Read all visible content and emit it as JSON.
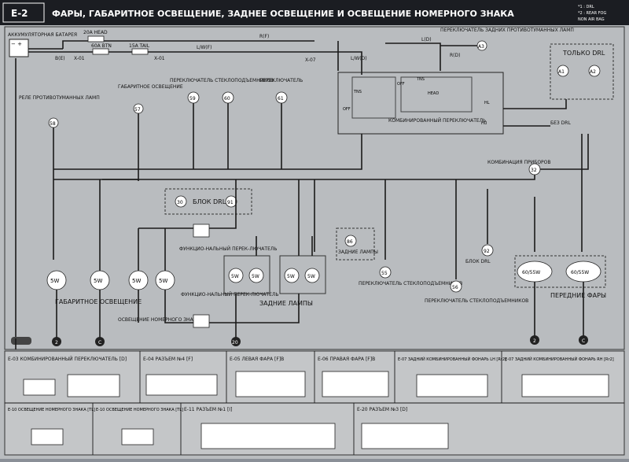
{
  "header": {
    "code": "E-2",
    "title": "ФАРЫ, ГАБАРИТНОЕ ОСВЕЩЕНИЕ, ЗАДНЕЕ ОСВЕЩЕНИЕ И ОСВЕЩЕНИЕ НОМЕРНОГО ЗНАКА",
    "note1": "*1 : DRL",
    "note2": "*2 : REAR FOG",
    "note3": "NON AIR BAG"
  },
  "top": {
    "battery": "АККУМУЛЯТОРНАЯ БАТАРЕЯ",
    "fuse_head": "20A HEAD",
    "fuse_btn": "60A BTN",
    "fuse_tail": "15A TAIL",
    "rear_fog_switch": "ПЕРЕКЛЮЧАТЕЛЬ ЗАДНИХ ПРОТИВОТУМАННЫХ ЛАМП",
    "drl_only": "ТОЛЬКО DRL",
    "w_b": "B(E)",
    "w_rf": "R(F)",
    "w_lwf": "L/W(F)",
    "w_lwd": "L/W(D)",
    "w_ld": "L(D)",
    "w_rd": "R(D)",
    "x01": "X-01",
    "x07": "X-07"
  },
  "labels": {
    "relay_fog": "РЕЛЕ ПРОТИВОТУМАННЫХ ЛАМП",
    "parking": "ГАБАРИТНОЕ ОСВЕЩЕНИЕ",
    "window_switch": "ПЕРЕКЛЮЧАТЕЛЬ СТЕКЛОПОДЪЕМНИКОВ",
    "switch": "ПЕРЕКЛЮЧАТЕЛЬ",
    "combo_switch": "КОМБИНИРОВАННЫЙ ПЕРЕКЛЮЧАТЕЛЬ",
    "no_drl": "БЕЗ DRL",
    "cluster": "КОМБИНАЦИЯ ПРИБОРОВ",
    "drl_block": "БЛОК DRL",
    "func_switch": "ФУНКЦИО-НАЛЬНЫЙ ПЕРЕК-ЛЮЧАТЕЛЬ",
    "rear_lamps": "ЗАДНИЕ ЛАМПЫ",
    "plate": "ОСВЕЩЕНИЕ НОМЕРНОГО ЗНАКА",
    "front_lamps": "ПЕРЕДНИЕ ФАРЫ",
    "parking2": "ГАБАРИТНОЕ ОСВЕЩЕНИЕ"
  },
  "circles": [
    "58",
    "57",
    "59",
    "60",
    "61",
    "32",
    "30",
    "91",
    "86",
    "55",
    "56",
    "92",
    "A1",
    "A2",
    "A3"
  ],
  "bulbs": [
    "5W",
    "5W",
    "5W",
    "5W",
    "5W",
    "5W",
    "5W",
    "5W",
    "60/55W",
    "60/55W"
  ],
  "ground": [
    "2",
    "C",
    "20",
    "2",
    "C"
  ],
  "connectors": [
    {
      "id": "E-03",
      "title": "КОМБИНИРОВАННЫЙ ПЕРЕКЛЮЧАТЕЛЬ",
      "ref": "[D]"
    },
    {
      "id": "E-04",
      "title": "РАЗЪЕМ №4",
      "ref": "[F]"
    },
    {
      "id": "E-05",
      "title": "ЛЕВАЯ ФАРА",
      "ref": "[F]B"
    },
    {
      "id": "E-06",
      "title": "ПРАВАЯ ФАРА",
      "ref": "[F]B"
    },
    {
      "id": "E-07",
      "title": "ЗАДНИЙ КОМБИНИРОВАННЫЙ ФОНАРЬ",
      "ref": "LH [Rr2]"
    },
    {
      "id": "E-07",
      "title": "ЗАДНИЙ КОМБИНИРОВАННЫЙ ФОНАРЬ",
      "ref": "RH [Rr2]"
    },
    {
      "id": "E-10",
      "title": "ОСВЕЩЕНИЕ НОМЕРНОГО ЗНАКА",
      "ref": "[TL]"
    },
    {
      "id": "E-10",
      "title": "ОСВЕЩЕНИЕ НОМЕРНОГО ЗНАКА",
      "ref": "[TL]"
    },
    {
      "id": "E-11",
      "title": "РАЗЪЕМ №1",
      "ref": "[I]"
    },
    {
      "id": "E-20",
      "title": "РАЗЪЕМ №3",
      "ref": "[D]"
    }
  ]
}
